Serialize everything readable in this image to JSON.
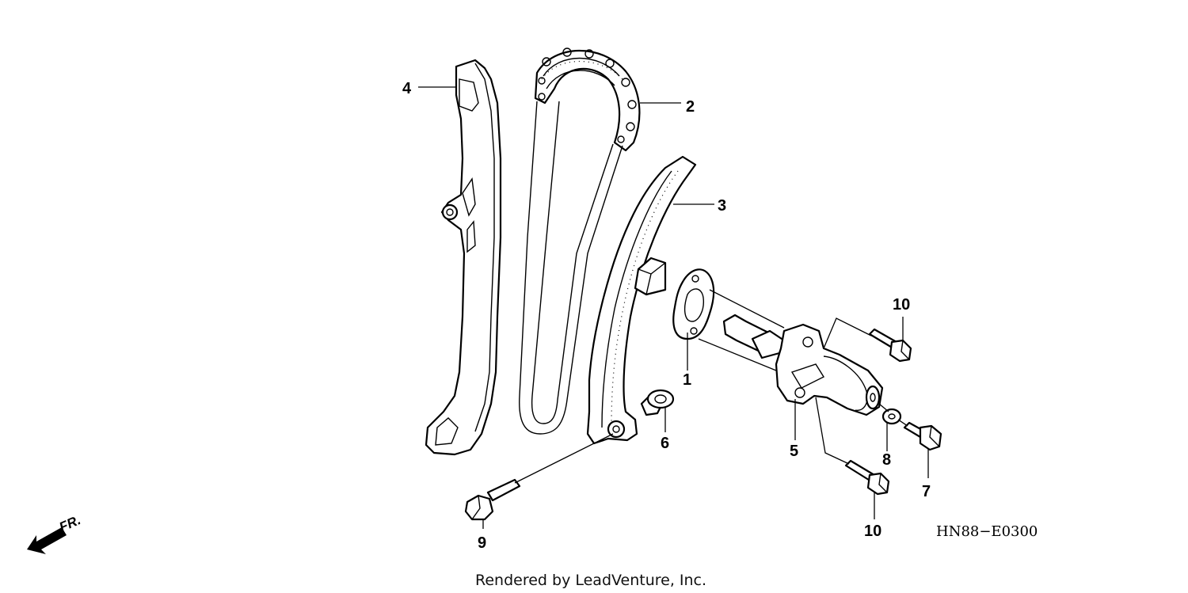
{
  "callouts": {
    "c1": "1",
    "c2": "2",
    "c3": "3",
    "c4": "4",
    "c5": "5",
    "c6": "6",
    "c7": "7",
    "c8": "8",
    "c9": "9",
    "c10a": "10",
    "c10b": "10"
  },
  "diagram_code": "HN88−E0300",
  "direction_label": "FR.",
  "credit": "Rendered by LeadVenture, Inc.",
  "icons": {
    "direction": "front-arrow-icon"
  }
}
